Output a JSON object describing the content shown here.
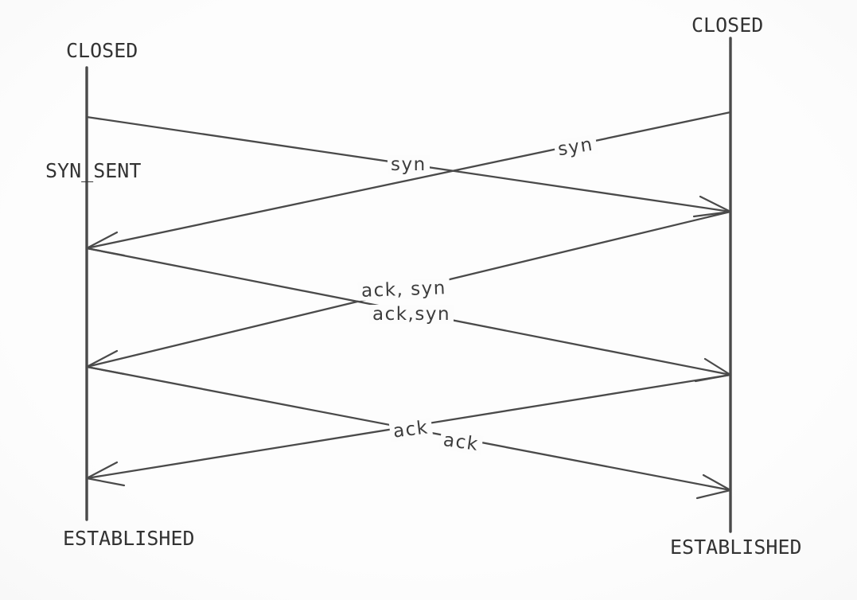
{
  "diagram": {
    "title_semantic": "tcp-simultaneous-open-sequence",
    "colors": {
      "background": "#fcfcfc",
      "line": "#4a4a4a",
      "state_text": "#333333",
      "message_text": "#3d3d3d"
    },
    "lifelines": {
      "left": {
        "top_state": "CLOSED",
        "mid_state": "SYN_SENT",
        "bottom_state": "ESTABLISHED"
      },
      "right": {
        "top_state": "CLOSED",
        "bottom_state": "ESTABLISHED"
      }
    },
    "messages": {
      "syn_ltr": {
        "label": "syn",
        "from": "left",
        "to": "right"
      },
      "syn_rtl": {
        "label": "syn",
        "from": "right",
        "to": "left"
      },
      "acksyn_rtl": {
        "label": "ack, syn",
        "from": "right",
        "to": "left"
      },
      "acksyn_ltr": {
        "label": "ack,syn",
        "from": "left",
        "to": "right"
      },
      "ack_rtl": {
        "label": "ack",
        "from": "right",
        "to": "left"
      },
      "ack_ltr": {
        "label": "ack",
        "from": "left",
        "to": "right"
      }
    }
  }
}
